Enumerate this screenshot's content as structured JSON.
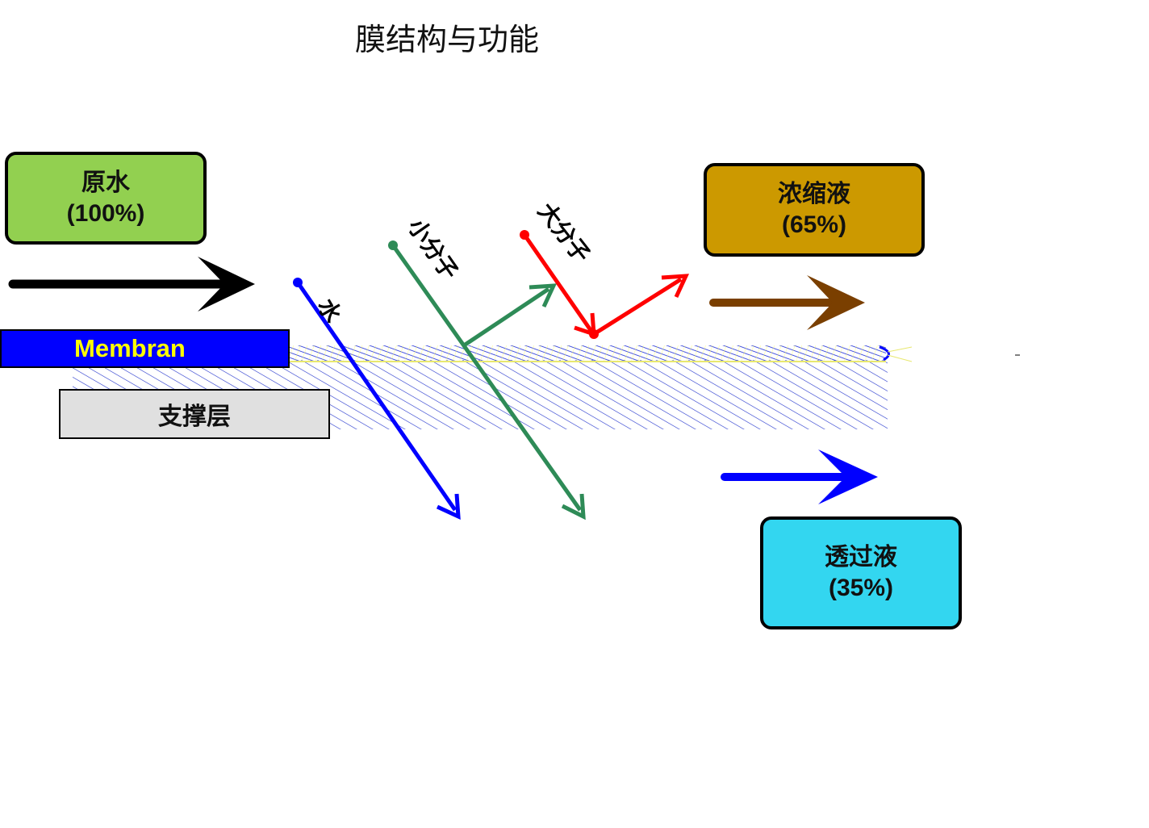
{
  "title": "膜结构与功能",
  "boxes": {
    "raw": {
      "line1": "原水",
      "line2": "(100%)"
    },
    "concentrate": {
      "line1": "浓缩液",
      "line2": "(65%)"
    },
    "permeate": {
      "line1": "透过液",
      "line2": "(35%)"
    }
  },
  "layers": {
    "membrane": "Membran",
    "support": "支撑层"
  },
  "particles": {
    "water": "水",
    "small_molecule": "小分子",
    "large_molecule": "大分子"
  },
  "colors": {
    "raw_box": "#92d050",
    "concentrate_box": "#cc9900",
    "permeate_box": "#33d6f0",
    "membrane_fill": "#0000ff",
    "membrane_text": "#ffff00",
    "support_fill": "#e0e0e0",
    "water_arrow": "#0000ff",
    "small_molecule_arrow": "#2e8b57",
    "large_molecule_arrow": "#ff0000",
    "concentrate_arrow": "#7a3f00",
    "feed_arrow": "#000000"
  }
}
